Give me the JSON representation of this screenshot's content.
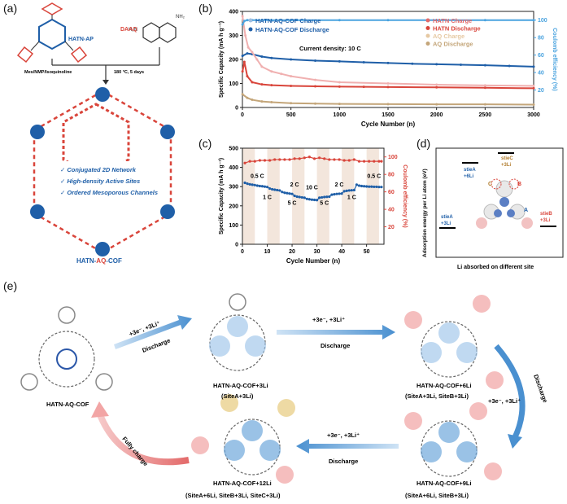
{
  "panel_labels": {
    "a": "(a)",
    "b": "(b)",
    "c": "(c)",
    "d": "(d)",
    "e": "(e)"
  },
  "panel_a": {
    "monomer1": "HATN-AP",
    "monomer2": "DAAQ",
    "conditions_left": "Mes/NMP/Isoquinoline",
    "conditions_right": "180 °C, 5 days",
    "features": [
      "Conjugated 2D Network",
      "High-density Active Sites",
      "Ordered Mesoporous Channels"
    ],
    "product_parts": [
      "HATN-",
      "AQ",
      "-COF"
    ],
    "colors": {
      "hatn": "#1f5fa8",
      "aq": "#d9453b"
    }
  },
  "chart_data": [
    {
      "type": "scatter",
      "panel": "b",
      "title": "",
      "xlabel": "Cycle Number (n)",
      "ylabel": "Specific Capacity (mA h g⁻¹)",
      "ylabel_right": "Coulomb efficiency (%)",
      "annotation": "Current density: 10 C",
      "xlim": [
        0,
        3000
      ],
      "ylim": [
        0,
        400
      ],
      "ylim_right": [
        0,
        110
      ],
      "xticks": [
        0,
        500,
        1000,
        1500,
        2000,
        2500,
        3000
      ],
      "yticks": [
        0,
        100,
        200,
        300,
        400
      ],
      "yticks_right": [
        20,
        40,
        60,
        80,
        100
      ],
      "legend_left": [
        "HATN-AQ-COF Charge",
        "HATN-AQ-COF Discharge"
      ],
      "legend_right": [
        "HATN Charge",
        "HATN Discharge",
        "AQ Charge",
        "AQ Discharge"
      ],
      "series": [
        {
          "name": "HATN-AQ-COF Discharge",
          "color": "#1f5fa8",
          "axis": "left",
          "x": [
            1,
            50,
            100,
            200,
            300,
            500,
            750,
            1000,
            1250,
            1500,
            1750,
            2000,
            2250,
            2500,
            2750,
            3000
          ],
          "y": [
            215,
            225,
            222,
            212,
            206,
            200,
            195,
            192,
            188,
            185,
            182,
            180,
            178,
            176,
            173,
            170
          ]
        },
        {
          "name": "HATN Discharge",
          "color": "#d9453b",
          "axis": "left",
          "x": [
            1,
            20,
            50,
            100,
            200,
            300,
            500,
            750,
            1000,
            1250,
            1500,
            2000,
            2500,
            3000
          ],
          "y": [
            150,
            190,
            130,
            105,
            96,
            93,
            90,
            88,
            87,
            86,
            85,
            84,
            82,
            80
          ]
        },
        {
          "name": "HATN Charge",
          "color": "#f0b0b0",
          "axis": "left",
          "x": [
            1,
            30,
            60,
            100,
            150,
            200,
            300,
            400,
            500,
            750,
            1000,
            1500,
            2000,
            2500,
            3000
          ],
          "y": [
            380,
            300,
            250,
            230,
            200,
            170,
            150,
            140,
            130,
            115,
            105,
            100,
            95,
            92,
            90
          ]
        },
        {
          "name": "AQ Discharge",
          "color": "#c4a67a",
          "axis": "left",
          "x": [
            1,
            50,
            100,
            200,
            300,
            500,
            750,
            1000,
            1500,
            2000,
            2500,
            3000
          ],
          "y": [
            55,
            40,
            32,
            25,
            22,
            18,
            16,
            15,
            14,
            13,
            13,
            12
          ]
        },
        {
          "name": "Coulomb efficiency",
          "color": "#4aa3df",
          "axis": "right",
          "x": [
            1,
            20,
            50,
            100,
            300,
            500,
            1000,
            1500,
            2000,
            2500,
            3000
          ],
          "y": [
            95,
            99,
            100,
            100,
            100,
            100,
            100,
            100,
            100,
            100,
            100
          ]
        }
      ]
    },
    {
      "type": "scatter",
      "panel": "c",
      "title": "",
      "xlabel": "Cycle Number (n)",
      "ylabel": "Specific Capacity (mA h g⁻¹)",
      "ylabel_right": "Coulomb efficiency (%)",
      "xlim": [
        0,
        57
      ],
      "ylim": [
        0,
        500
      ],
      "ylim_right": [
        0,
        110
      ],
      "xticks": [
        0,
        10,
        20,
        30,
        40,
        50
      ],
      "yticks": [
        0,
        100,
        200,
        300,
        400,
        500
      ],
      "yticks_right": [
        20,
        40,
        60,
        80,
        100
      ],
      "rate_labels": [
        {
          "text": "0.5 C",
          "x": 6,
          "y": 345
        },
        {
          "text": "1 C",
          "x": 10,
          "y": 235
        },
        {
          "text": "2 C",
          "x": 21,
          "y": 300
        },
        {
          "text": "5 C",
          "x": 20,
          "y": 205
        },
        {
          "text": "10 C",
          "x": 28,
          "y": 285
        },
        {
          "text": "5 C",
          "x": 33,
          "y": 205
        },
        {
          "text": "2 C",
          "x": 39,
          "y": 300
        },
        {
          "text": "1 C",
          "x": 44,
          "y": 235
        },
        {
          "text": "0.5 C",
          "x": 53,
          "y": 345
        }
      ],
      "series": [
        {
          "name": "Capacity",
          "color": "#1f5fa8",
          "axis": "left",
          "x": [
            1,
            2,
            3,
            4,
            5,
            6,
            7,
            8,
            9,
            10,
            11,
            12,
            13,
            14,
            15,
            16,
            17,
            18,
            19,
            20,
            21,
            22,
            23,
            24,
            25,
            26,
            27,
            28,
            29,
            30,
            31,
            32,
            33,
            34,
            35,
            36,
            37,
            38,
            39,
            40,
            41,
            42,
            43,
            44,
            45,
            46,
            47,
            48,
            49,
            50,
            51,
            52,
            53,
            54,
            55,
            56
          ],
          "y": [
            320,
            315,
            312,
            310,
            308,
            305,
            303,
            302,
            300,
            298,
            290,
            286,
            284,
            282,
            280,
            272,
            268,
            266,
            264,
            262,
            252,
            248,
            246,
            244,
            242,
            236,
            234,
            232,
            231,
            230,
            242,
            244,
            246,
            247,
            248,
            258,
            260,
            262,
            263,
            264,
            276,
            278,
            280,
            281,
            282,
            310,
            305,
            303,
            302,
            301,
            300,
            300,
            299,
            299,
            298,
            298
          ]
        },
        {
          "name": "Coulomb efficiency",
          "color": "#d9453b",
          "axis": "right",
          "x": [
            1,
            3,
            5,
            7,
            9,
            11,
            13,
            15,
            17,
            19,
            21,
            23,
            25,
            27,
            29,
            31,
            33,
            35,
            37,
            39,
            41,
            43,
            45,
            47,
            49,
            51,
            53,
            55,
            56
          ],
          "y": [
            93,
            95,
            95,
            96,
            96,
            96,
            97,
            97,
            97,
            97,
            98,
            98,
            99,
            100,
            98,
            99,
            98,
            97,
            97,
            97,
            96,
            96,
            97,
            95,
            95,
            95,
            95,
            95,
            95
          ]
        }
      ]
    },
    {
      "type": "other",
      "panel": "d",
      "xlabel": "Li absorbed on different site",
      "ylabel": "Adsorption energy per Li atom (eV)",
      "levels": [
        {
          "site": "stieA",
          "li": "+3Li",
          "color": "#1f5fa8"
        },
        {
          "site": "stieA",
          "li": "+6Li",
          "color": "#1f5fa8"
        },
        {
          "site": "stieC",
          "li": "+3Li",
          "color": "#b07a2a"
        },
        {
          "site": "stieB",
          "li": "+3Li",
          "color": "#d9453b"
        }
      ],
      "site_markers": [
        "A",
        "B",
        "C"
      ]
    }
  ],
  "panel_e": {
    "start": "HATN-AQ-COF",
    "states": [
      {
        "name": "HATN-AQ-COF+3Li",
        "sites": "(SiteA+3Li)"
      },
      {
        "name": "HATN-AQ-COF+6Li",
        "sites": "(SiteA+3Li, SiteB+3Li)"
      },
      {
        "name": "HATN-AQ-COF+9Li",
        "sites": "(SiteA+6Li, SiteB+3Li)"
      },
      {
        "name": "HATN-AQ-COF+12Li",
        "sites": "(SiteA+6Li, SiteB+3Li, SiteC+3Li)"
      }
    ],
    "step1_top": "+3e⁻, +3Li⁺",
    "step1_bottom": "Discharge",
    "step2_top": "+3e⁻, +3Li⁺",
    "step2_bottom": "Discharge",
    "step3_top": "+3e⁻, +3Li⁺",
    "step3_side": "Discharge",
    "step4_top": "+3e⁻, +3Li⁺",
    "step4_bottom": "Discharge",
    "return": "Fully charge"
  }
}
